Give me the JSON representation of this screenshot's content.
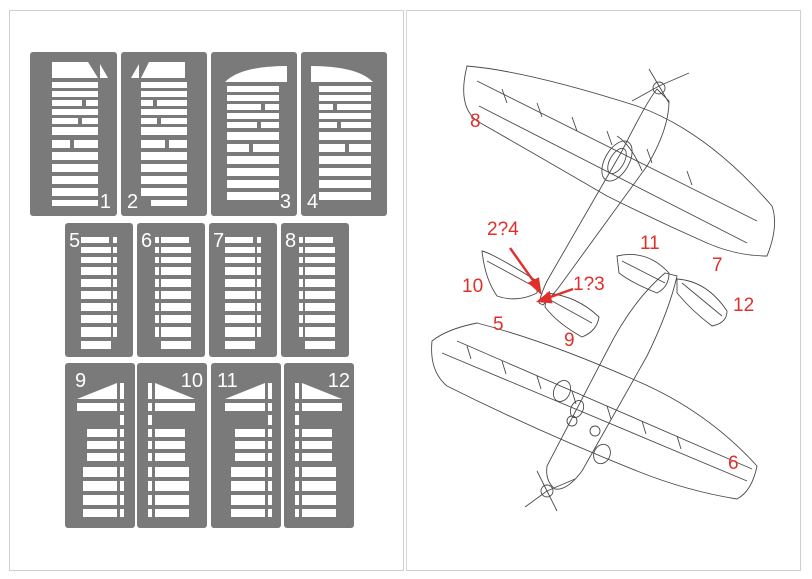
{
  "colors": {
    "stencil_bg": "#7a7a7a",
    "stencil_cut": "#ffffff",
    "callout": "#e0302c",
    "line": "#4a4a4a"
  },
  "masks": [
    {
      "label": "1"
    },
    {
      "label": "2"
    },
    {
      "label": "3"
    },
    {
      "label": "4"
    },
    {
      "label": "5"
    },
    {
      "label": "6"
    },
    {
      "label": "7"
    },
    {
      "label": "8"
    },
    {
      "label": "9"
    },
    {
      "label": "10"
    },
    {
      "label": "11"
    },
    {
      "label": "12"
    }
  ],
  "callouts": [
    {
      "label": "8"
    },
    {
      "label": "2?4"
    },
    {
      "label": "1?3"
    },
    {
      "label": "11"
    },
    {
      "label": "7"
    },
    {
      "label": "10"
    },
    {
      "label": "12"
    },
    {
      "label": "5"
    },
    {
      "label": "9"
    },
    {
      "label": "6"
    }
  ]
}
